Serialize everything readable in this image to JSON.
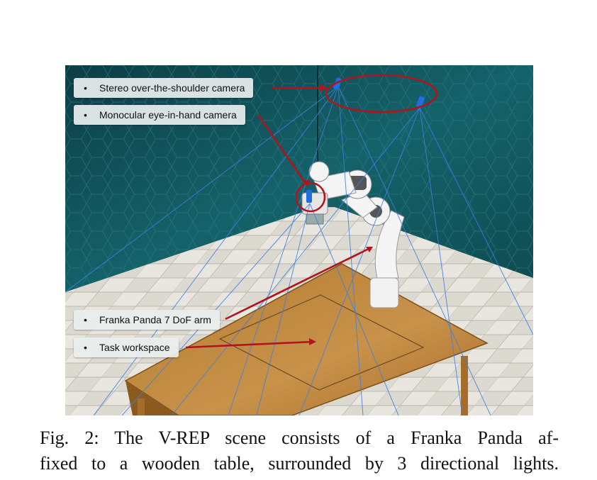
{
  "figure": {
    "labels": {
      "stereo_camera": "Stereo over-the-shoulder camera",
      "eye_in_hand_camera": "Monocular eye-in-hand camera",
      "arm": "Franka Panda 7 DoF arm",
      "workspace": "Task workspace"
    },
    "bullet": "•",
    "colors": {
      "wall": "#0f4f55",
      "wall_highlight": "#1d6e72",
      "floor_light": "#e3e1da",
      "floor_dark": "#c9c6bd",
      "table_top": "#c08a3e",
      "light_rays": "#3f7fe0",
      "annotation": "#b0141c",
      "camera": "#1f6fe0"
    }
  },
  "caption": {
    "line1": "Fig. 2: The V-REP scene consists of a Franka Panda af-",
    "line2": "fixed to a wooden table, surrounded by 3 directional lights."
  }
}
